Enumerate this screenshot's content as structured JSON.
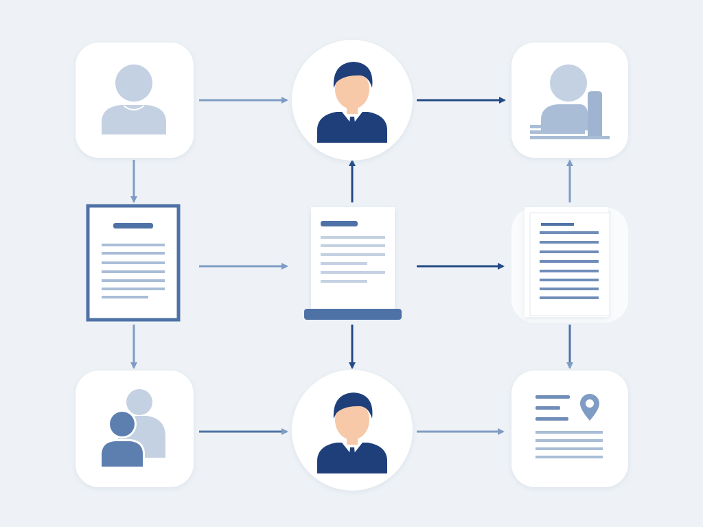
{
  "colors": {
    "background": "#eef2f6",
    "card": "#ffffff",
    "navy": "#1f3f7a",
    "mid_blue": "#4f72a6",
    "light_blue": "#7f9cc4",
    "pale_blue": "#c3d1e2",
    "skin": "#f7c9a9"
  },
  "nodes": [
    {
      "id": "top-left",
      "icon": "generic-user-icon"
    },
    {
      "id": "top-center",
      "icon": "businessman-icon"
    },
    {
      "id": "top-right",
      "icon": "user-at-desk-icon"
    },
    {
      "id": "middle-left",
      "icon": "framed-document-icon"
    },
    {
      "id": "middle-center",
      "icon": "document-on-stand-icon"
    },
    {
      "id": "middle-right",
      "icon": "stacked-document-icon"
    },
    {
      "id": "bottom-left",
      "icon": "user-group-icon"
    },
    {
      "id": "bottom-center",
      "icon": "businessman-icon"
    },
    {
      "id": "bottom-right",
      "icon": "location-document-icon"
    }
  ]
}
